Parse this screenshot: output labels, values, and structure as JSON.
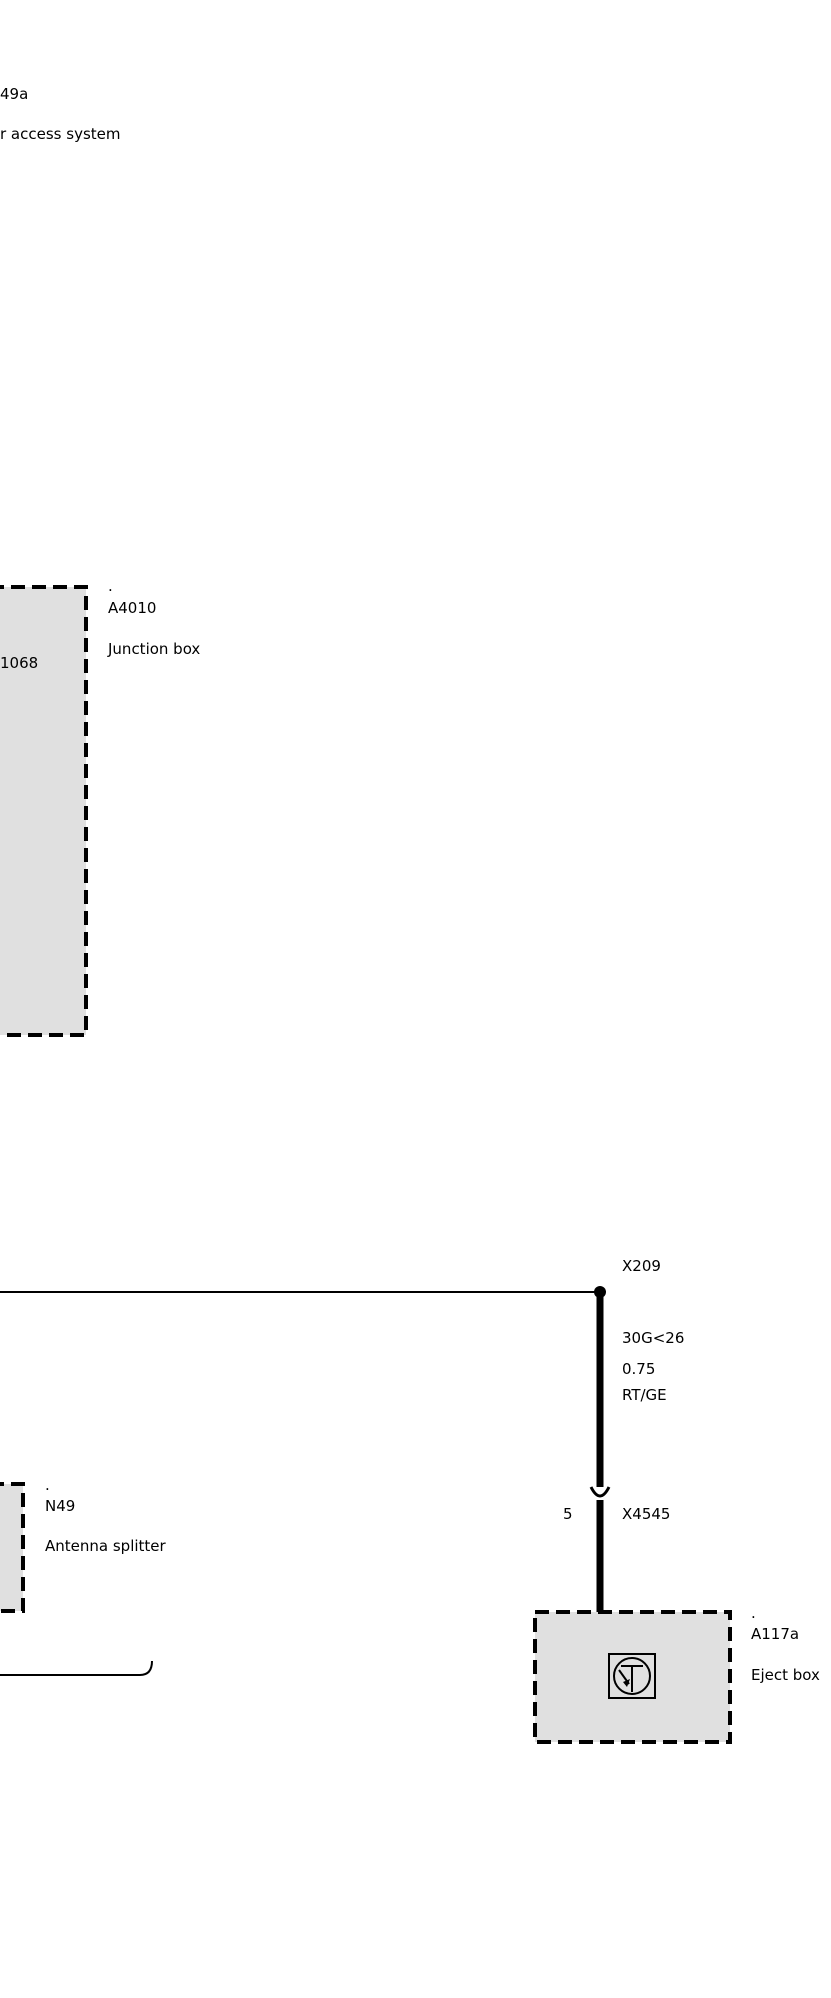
{
  "top_component": {
    "id_fragment": "49a",
    "name_fragment": "r access system"
  },
  "junction_box": {
    "dot": ".",
    "id": "A4010",
    "name": "Junction box",
    "inner_label_fragment": "1068"
  },
  "antenna_splitter": {
    "dot": ".",
    "id": "N49",
    "name": "Antenna splitter"
  },
  "eject_box": {
    "dot": ".",
    "id": "A117a",
    "name": "Eject box"
  },
  "wire": {
    "splice": "X209",
    "signal": "30G<26",
    "cross_section": "0.75",
    "color_code": "RT/GE"
  },
  "connector": {
    "id": "X4545",
    "pin": "5"
  },
  "colors": {
    "component_fill": "#e0e0e0",
    "line": "#000000"
  },
  "icons": {
    "eject_box_symbol": "transistor-icon"
  }
}
